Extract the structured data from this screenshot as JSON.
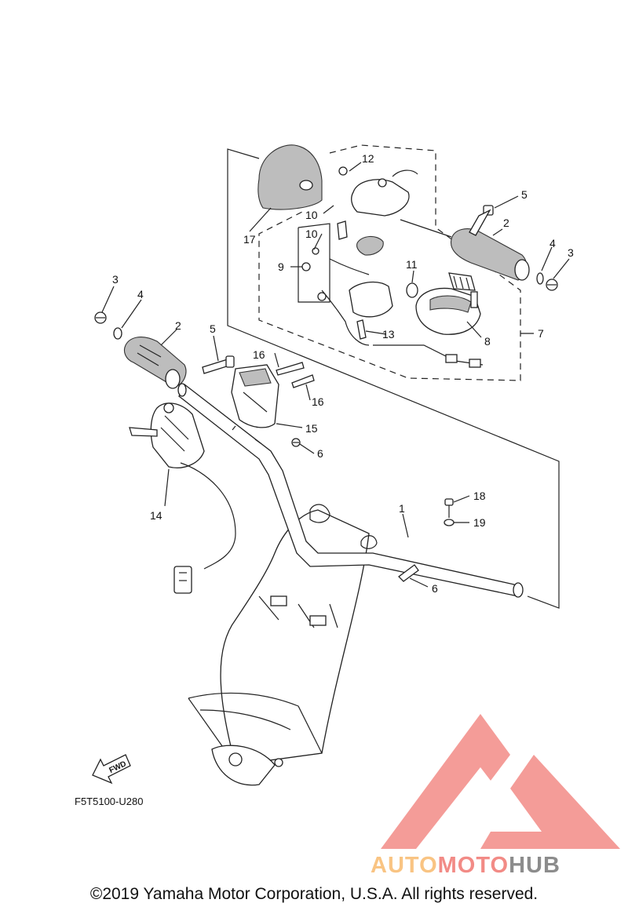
{
  "diagram": {
    "code": "F5T5100-U280",
    "fwd_label": "FWD",
    "callouts": [
      {
        "id": "c-1",
        "label": "1"
      },
      {
        "id": "c-2-left",
        "label": "2"
      },
      {
        "id": "c-2-right",
        "label": "2"
      },
      {
        "id": "c-3-left",
        "label": "3"
      },
      {
        "id": "c-3-right",
        "label": "3"
      },
      {
        "id": "c-4-left",
        "label": "4"
      },
      {
        "id": "c-4-right",
        "label": "4"
      },
      {
        "id": "c-5-left",
        "label": "5"
      },
      {
        "id": "c-5-right",
        "label": "5"
      },
      {
        "id": "c-6-upper",
        "label": "6"
      },
      {
        "id": "c-6-lower",
        "label": "6"
      },
      {
        "id": "c-7",
        "label": "7"
      },
      {
        "id": "c-8",
        "label": "8"
      },
      {
        "id": "c-9",
        "label": "9"
      },
      {
        "id": "c-10-upper",
        "label": "10"
      },
      {
        "id": "c-10-lower",
        "label": "10"
      },
      {
        "id": "c-11",
        "label": "11"
      },
      {
        "id": "c-12",
        "label": "12"
      },
      {
        "id": "c-13",
        "label": "13"
      },
      {
        "id": "c-14",
        "label": "14"
      },
      {
        "id": "c-15",
        "label": "15"
      },
      {
        "id": "c-16-upper",
        "label": "16"
      },
      {
        "id": "c-16-lower",
        "label": "16"
      },
      {
        "id": "c-17",
        "label": "17"
      },
      {
        "id": "c-18",
        "label": "18"
      },
      {
        "id": "c-19",
        "label": "19"
      }
    ]
  },
  "watermark": {
    "word_a": "AUTO",
    "word_b": "MOTO",
    "word_c": "HUB",
    "color_a": "#f9c483",
    "color_b": "#f28b86",
    "color_c": "#8c8c8c",
    "logo_color": "#f28b86"
  },
  "copyright": "©2019 Yamaha Motor Corporation, U.S.A. All rights reserved."
}
